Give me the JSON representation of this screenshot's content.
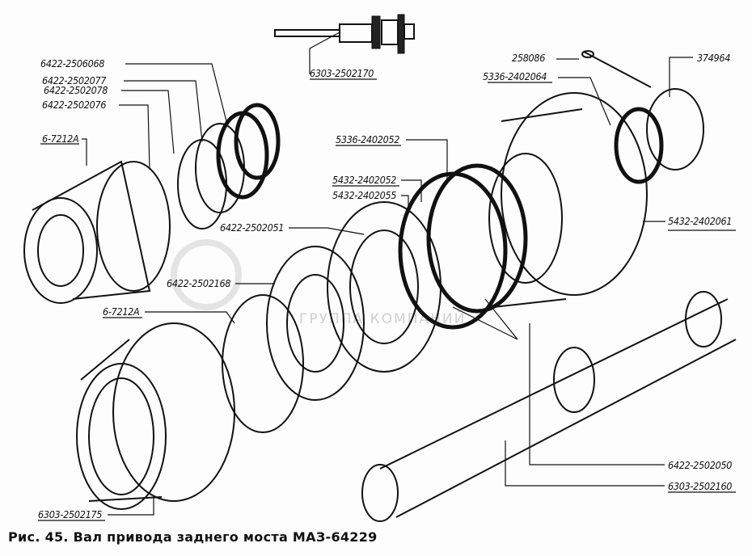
{
  "caption": "Рис. 45. Вал привода заднего моста МАЗ-64229",
  "watermark": "ГРУППА КОМПАНИЙ",
  "labels": [
    "6303-2502170",
    "6422-2506068",
    "6422-2502077",
    "6422-2502078",
    "6422-2502076",
    "6-7212А",
    "258086",
    "374964",
    "5336-2402064",
    "5336-2402052",
    "5432-2402052",
    "5432-2402055",
    "6422-2502051",
    "5432-2402061",
    "6422-2502168",
    "6-7212А",
    "6422-2502050",
    "6303-2502160",
    "6303-2502175"
  ]
}
